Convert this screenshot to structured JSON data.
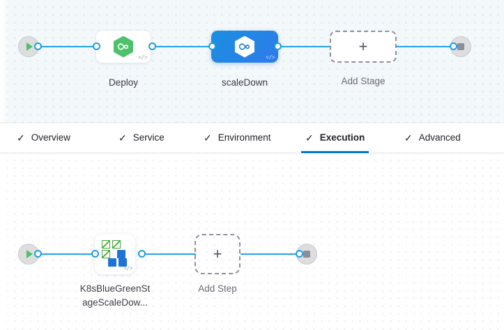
{
  "stage_canvas": {
    "start_node": {
      "icon": "play-icon",
      "label": ""
    },
    "end_node": {
      "icon": "stop-icon",
      "label": ""
    },
    "nodes": [
      {
        "id": "deploy",
        "label": "Deploy",
        "icon": "harness-hexagon-icon",
        "badge": "</>",
        "selected": false,
        "type": "stage"
      },
      {
        "id": "scaledown",
        "label": "scaleDown",
        "icon": "harness-hexagon-icon",
        "badge": "</>",
        "selected": true,
        "type": "stage"
      },
      {
        "id": "add-stage",
        "label": "Add Stage",
        "icon": "plus-icon",
        "badge": "",
        "selected": false,
        "type": "add"
      }
    ]
  },
  "tabs": {
    "items": [
      {
        "id": "overview",
        "label": "Overview",
        "check": "✓",
        "active": false
      },
      {
        "id": "service",
        "label": "Service",
        "check": "✓",
        "active": false
      },
      {
        "id": "environment",
        "label": "Environment",
        "check": "✓",
        "active": false
      },
      {
        "id": "execution",
        "label": "Execution",
        "check": "✓",
        "active": true
      },
      {
        "id": "advanced",
        "label": "Advanced",
        "check": "✓",
        "active": false
      }
    ],
    "active_id": "execution"
  },
  "step_canvas": {
    "start_node": {
      "icon": "play-icon"
    },
    "end_node": {
      "icon": "stop-icon"
    },
    "nodes": [
      {
        "id": "k8s-scaledown",
        "label_line1": "K8sBlueGreenSt",
        "label_line2": "ageScaleDow...",
        "icon": "kubernetes-scale-icon",
        "badge": "</>",
        "type": "step"
      },
      {
        "id": "add-step",
        "label_line1": "Add Step",
        "label_line2": "",
        "icon": "plus-icon",
        "badge": "",
        "type": "add"
      }
    ]
  },
  "glyphs": {
    "plus": "+",
    "code_badge": "</>"
  },
  "colors": {
    "accent_blue": "#0278d5",
    "edge_blue": "#23a3e7",
    "node_selected_blue": "#1a8fe0",
    "harness_green": "#4dc16b",
    "k8s_green": "#41a636",
    "k8s_blue": "#1f72d6",
    "canvas_stage_bg": "#f3f8fb",
    "canvas_step_bg": "#ffffff",
    "terminal_gray": "#dededf"
  }
}
